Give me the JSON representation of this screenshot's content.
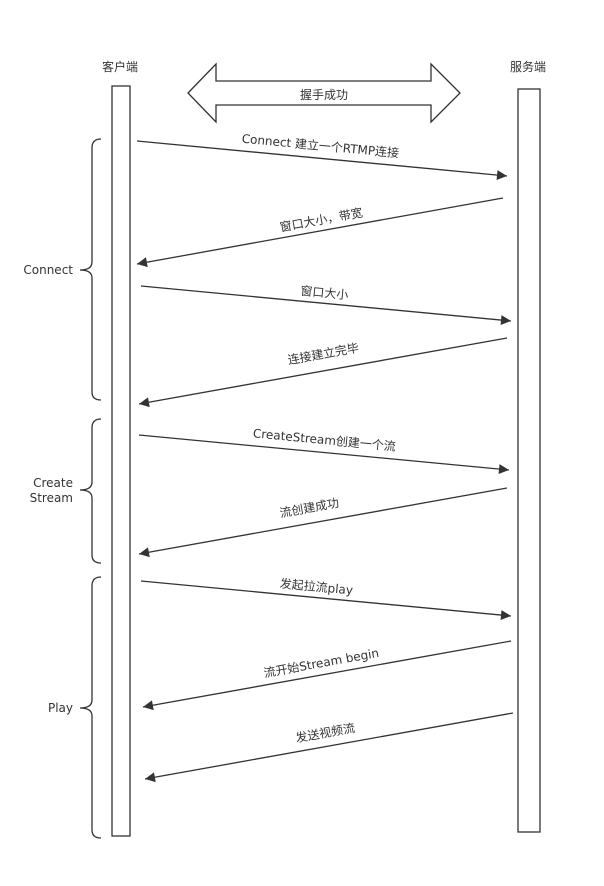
{
  "participants": {
    "client": "客户端",
    "server": "服务端"
  },
  "handshake": "握手成功",
  "phases": [
    {
      "label_lines": [
        "Connect"
      ]
    },
    {
      "label_lines": [
        "Create",
        "Stream"
      ]
    },
    {
      "label_lines": [
        "Play"
      ]
    }
  ],
  "messages": [
    {
      "text": "Connect 建立一个RTMP连接",
      "direction": "client-to-server"
    },
    {
      "text": "窗口大小，带宽",
      "direction": "server-to-client"
    },
    {
      "text": "窗口大小",
      "direction": "client-to-server"
    },
    {
      "text": "连接建立完毕",
      "direction": "server-to-client"
    },
    {
      "text": "CreateStream创建一个流",
      "direction": "client-to-server"
    },
    {
      "text": "流创建成功",
      "direction": "server-to-client"
    },
    {
      "text": "发起拉流play",
      "direction": "client-to-server"
    },
    {
      "text": "流开始Stream begin",
      "direction": "server-to-client"
    },
    {
      "text": "发送视频流",
      "direction": "server-to-client"
    }
  ]
}
